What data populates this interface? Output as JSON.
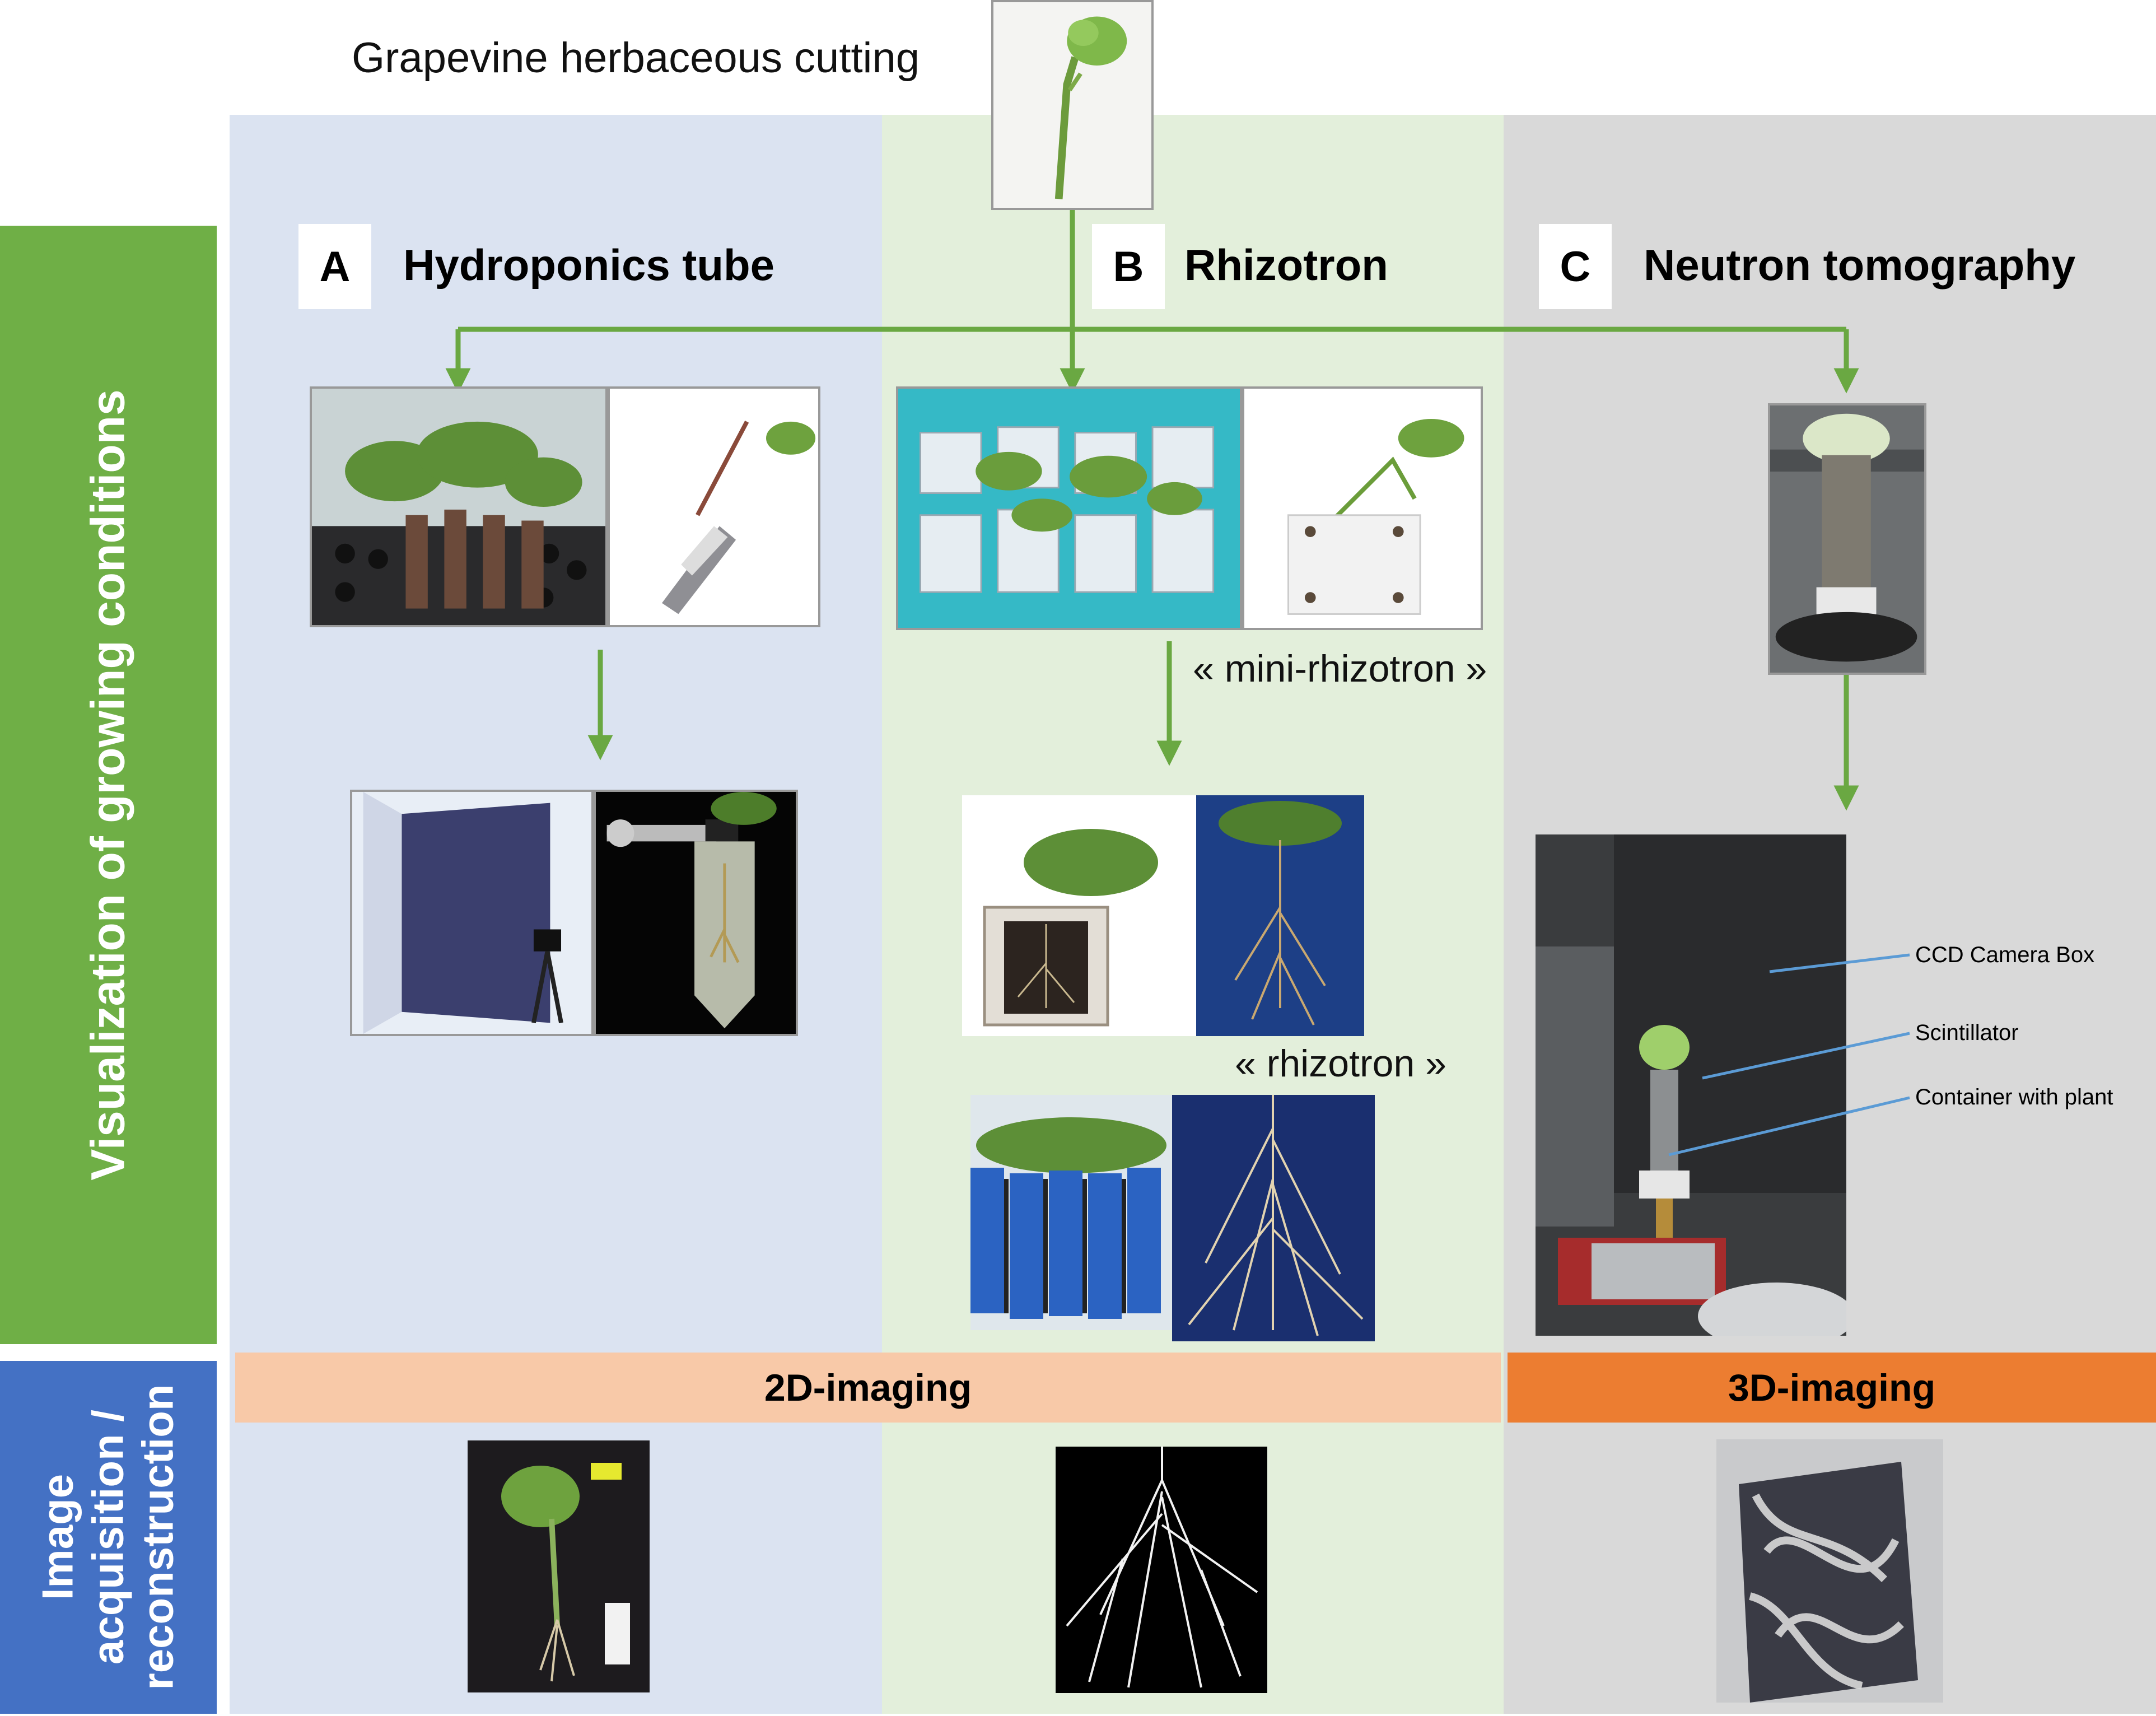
{
  "title": "Grapevine herbaceous cutting",
  "row_labels": {
    "growing": "Visualization of growing conditions",
    "acquisition_line1": "Image",
    "acquisition_line2": "acquisition /",
    "acquisition_line3": "reconstruction"
  },
  "panels": [
    {
      "letter": "A",
      "heading": "Hydroponics tube"
    },
    {
      "letter": "B",
      "heading": "Rhizotron"
    },
    {
      "letter": "C",
      "heading": "Neutron tomography"
    }
  ],
  "captions": {
    "mini_rhizotron": "« mini-rhizotron »",
    "rhizotron": "« rhizotron »"
  },
  "annotations": [
    "CCD Camera Box",
    "Scintillator",
    "Container with plant"
  ],
  "bands": {
    "two_d": "2D-imaging",
    "three_d": "3D-imaging"
  },
  "colors": {
    "arrow": "#6aa842",
    "annotation_line": "#5b9bd5",
    "growing_label_bg": "#6faf46",
    "acquisition_label_bg": "#4471c4",
    "panel_a_bg": "#dbe3f1",
    "panel_b_bg": "#e3efdb",
    "panel_c_bg": "#d9d9d9",
    "band_2d": "#f8c9a8",
    "band_3d": "#ec7d31"
  }
}
